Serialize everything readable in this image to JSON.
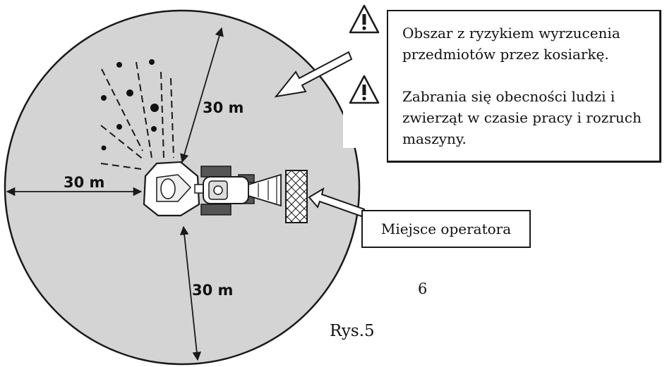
{
  "callouts": {
    "warning_projectiles": "Obszar z ryzykiem wyrzucenia przedmiotów przez kosiarkę.",
    "warning_no_people": "Zabrania się obecności ludzi i zwierząt w czasie pracy i rozruch maszyny.",
    "operator_position": "Miejsce operatora"
  },
  "distances": {
    "top": "30 m",
    "left": "30 m",
    "bottom": "30 m"
  },
  "page_number": "6",
  "figure_caption": "Rys.5",
  "colors": {
    "zone_fill": "#d4d4d4",
    "outline": "#1a1a1a"
  },
  "icons": [
    "warning-triangle-icon",
    "arrow-icon"
  ]
}
